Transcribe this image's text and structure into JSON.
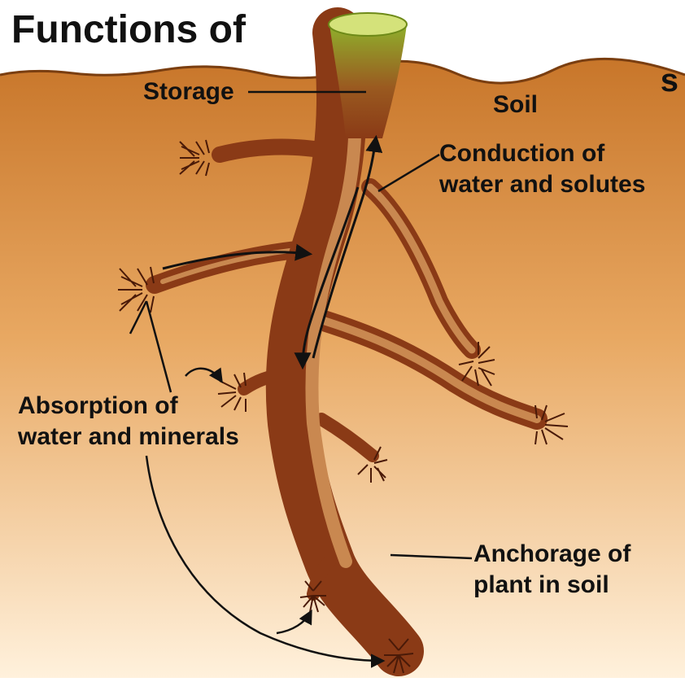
{
  "diagram": {
    "title": "Functions of",
    "title_cut_glyph": "s",
    "labels": {
      "storage": "Storage",
      "soil": "Soil",
      "conduction_line1": "Conduction of",
      "conduction_line2": "water and solutes",
      "absorption_line1": "Absorption of",
      "absorption_line2": "water and minerals",
      "anchorage_line1": "Anchorage of",
      "anchorage_line2": "plant in soil"
    },
    "colors": {
      "soil_top": "#c8762a",
      "soil_mid": "#e8a862",
      "soil_bottom": "#fff1dc",
      "root_dark": "#8a3a16",
      "root_light": "#c98850",
      "stem_green": "#8fb02c",
      "root_hair": "#4a1a08",
      "line": "#111111"
    }
  }
}
